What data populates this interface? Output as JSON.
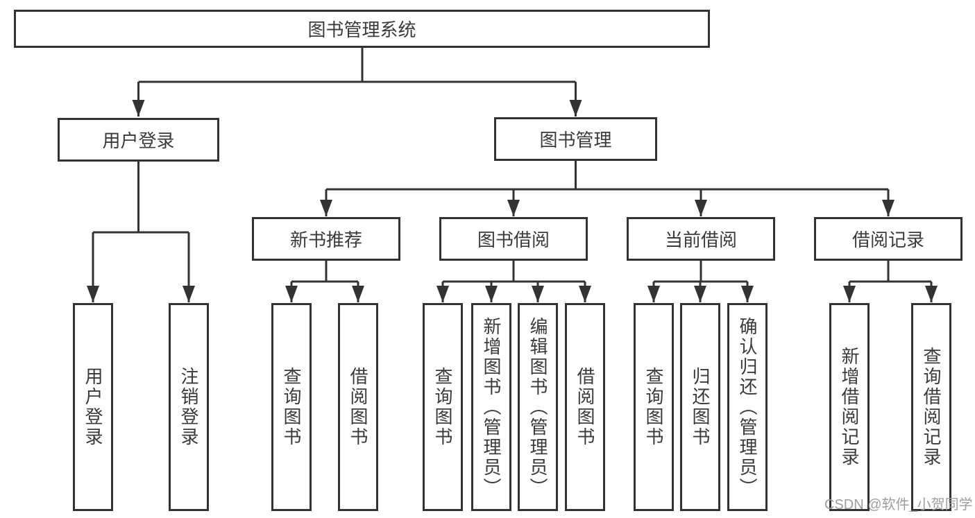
{
  "nodes": {
    "root": {
      "label": "图书管理系统"
    },
    "branches": [
      {
        "label": "用户登录"
      },
      {
        "label": "图书管理"
      }
    ],
    "modules": [
      {
        "label": "新书推荐"
      },
      {
        "label": "图书借阅"
      },
      {
        "label": "当前借阅"
      },
      {
        "label": "借阅记录"
      }
    ],
    "leaves": {
      "user_login": [
        {
          "label": "用户登录"
        },
        {
          "label": "注销登录"
        }
      ],
      "new_books": [
        {
          "label": "查询图书"
        },
        {
          "label": "借阅图书"
        }
      ],
      "book_borrow": [
        {
          "label": "查询图书"
        },
        {
          "label": "新增图书（管理员）"
        },
        {
          "label": "编辑图书（管理员）"
        },
        {
          "label": "借阅图书"
        }
      ],
      "current_borrow": [
        {
          "label": "查询图书"
        },
        {
          "label": "归还图书"
        },
        {
          "label": "确认归还（管理员）"
        }
      ],
      "borrow_records": [
        {
          "label": "新增借阅记录"
        },
        {
          "label": "查询借阅记录"
        }
      ]
    }
  },
  "watermark": {
    "text": "CSDN @软件_小贺同学"
  },
  "colors": {
    "line": "#333333",
    "border": "#333333",
    "text": "#3a3a3a",
    "watermark": "#9e9e9e",
    "background": "#ffffff"
  }
}
